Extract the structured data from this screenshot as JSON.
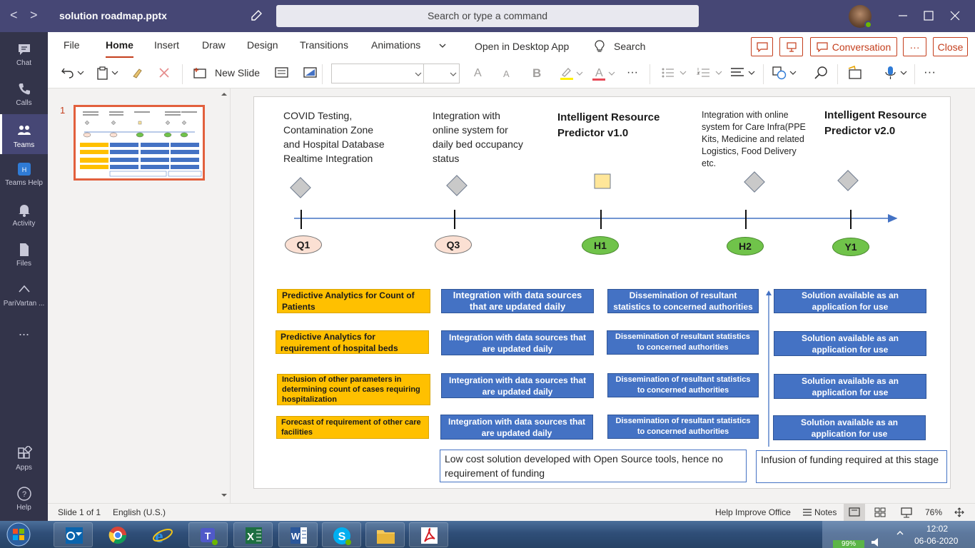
{
  "titlebar": {
    "back": "<",
    "forward": ">",
    "filename": "solution roadmap.pptx",
    "search_placeholder": "Search or type a command"
  },
  "rail": [
    {
      "label": "Chat",
      "icon": "chat-icon"
    },
    {
      "label": "Calls",
      "icon": "phone-icon"
    },
    {
      "label": "Teams",
      "icon": "teams-icon"
    },
    {
      "label": "Teams Help",
      "icon": "teams-help-icon"
    },
    {
      "label": "Activity",
      "icon": "bell-icon"
    },
    {
      "label": "Files",
      "icon": "file-icon"
    },
    {
      "label": "PariVartan ...",
      "icon": "app-icon"
    },
    {
      "label": "...",
      "icon": "more-icon"
    },
    {
      "label": "Apps",
      "icon": "apps-icon"
    },
    {
      "label": "Help",
      "icon": "help-icon"
    }
  ],
  "ribbon": {
    "tabs": [
      "File",
      "Home",
      "Insert",
      "Draw",
      "Design",
      "Transitions",
      "Animations"
    ],
    "active_tab": "Home",
    "open_desktop": "Open in Desktop App",
    "search": "Search",
    "conversation": "Conversation",
    "more": "···",
    "close": "Close",
    "new_slide": "New Slide",
    "font_size_a": "A",
    "bold": "B"
  },
  "thumbnail": {
    "number": "1"
  },
  "slide": {
    "milestones": [
      {
        "text": "COVID Testing,\nContamination Zone\nand Hospital Database\nRealtime Integration",
        "bold": false
      },
      {
        "text": "Integration with\nonline system for\ndaily bed occupancy\nstatus",
        "bold": false
      },
      {
        "text": "Intelligent Resource\nPredictor v1.0",
        "bold": true
      },
      {
        "text": "Integration with online\nsystem for Care Infra(PPE\nKits, Medicine and related\nLogistics, Food Delivery\netc.",
        "bold": false
      },
      {
        "text": "Intelligent Resource\nPredictor v2.0",
        "bold": true
      }
    ],
    "timeline_labels": [
      "Q1",
      "Q3",
      "H1",
      "H2",
      "Y1"
    ],
    "yellow_boxes": [
      "Predictive Analytics for Count of Patients",
      "Predictive Analytics for requirement of hospital beds",
      "Inclusion of other parameters in determining count of cases requiring hospitalization",
      "Forecast of requirement of other care facilities"
    ],
    "integration_boxes": [
      "Integration with data sources that are updated daily",
      "Integration with data sources that are updated daily",
      "Integration with data sources that are updated daily",
      "Integration with data sources that are updated daily"
    ],
    "dissemination_boxes": [
      "Dissemination of resultant statistics to concerned authorities",
      "Dissemination of resultant statistics to concerned authorities",
      "Dissemination of resultant statistics to concerned authorities",
      "Dissemination of resultant statistics to concerned authorities"
    ],
    "solution_boxes": [
      "Solution available as an application for use",
      "Solution available as an application for use",
      "Solution available as an application for use",
      "Solution available as an application for use"
    ],
    "note_left": "Low cost solution developed with Open Source tools, hence no requirement of funding",
    "note_right": "Infusion of funding required at this stage"
  },
  "statusbar": {
    "slide_info": "Slide 1 of 1",
    "language": "English (U.S.)",
    "help_improve": "Help Improve Office",
    "notes": "Notes",
    "zoom": "76%"
  },
  "taskbar": {
    "apps": [
      "start-orb",
      "outlook-icon",
      "chrome-icon",
      "ie-icon",
      "teams-taskbar-icon",
      "excel-icon",
      "word-icon",
      "skype-icon",
      "explorer-icon",
      "acrobat-icon"
    ],
    "time": "12:02",
    "date": "06-06-2020",
    "battery": "99%"
  },
  "colors": {
    "teams_purple": "#464775",
    "rail": "#33344a",
    "accent": "#c43e1c",
    "yellow": "#ffc000",
    "blue": "#4472c4",
    "green": "#70c34a",
    "peach": "#fbe0d3"
  }
}
